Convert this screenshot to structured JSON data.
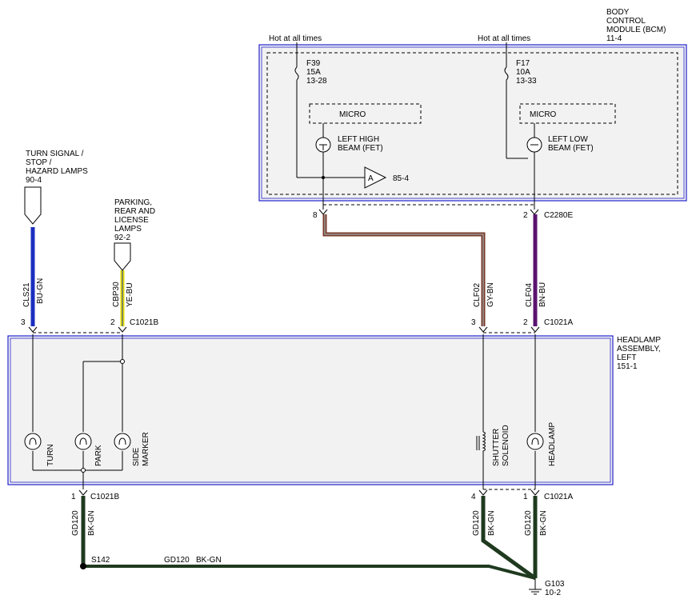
{
  "bcm": {
    "title_lines": [
      "BODY",
      "CONTROL",
      "MODULE (BCM)",
      "11-4"
    ],
    "hot_left": "Hot at all times",
    "hot_right": "Hot at all times",
    "fuse_left": [
      "F39",
      "15A",
      "13-28"
    ],
    "fuse_right": [
      "F17",
      "10A",
      "13-33"
    ],
    "micro_left": "MICRO",
    "micro_right": "MICRO",
    "fet_left": [
      "LEFT HIGH",
      "BEAM (FET)"
    ],
    "fet_right": [
      "LEFT LOW",
      "BEAM (FET)"
    ],
    "ref_symbol": "A",
    "ref_page": "85-4",
    "pin_left": "8",
    "pin_right": "2",
    "connector": "C2280E"
  },
  "turn_signal": {
    "lines": [
      "TURN SIGNAL /",
      "STOP /",
      "HAZARD LAMPS",
      "90-4"
    ]
  },
  "parking": {
    "lines": [
      "PARKING,",
      "REAR AND",
      "LICENSE",
      "LAMPS",
      "92-2"
    ]
  },
  "wires": {
    "cls21": {
      "circuit": "CLS21",
      "color": "BU-GN"
    },
    "cbp30": {
      "circuit": "CBP30",
      "color": "YE-BU"
    },
    "clf02": {
      "circuit": "CLF02",
      "color": "GY-BN"
    },
    "clf04": {
      "circuit": "CLF04",
      "color": "BN-BU"
    },
    "gd_left": {
      "circuit": "GD120",
      "color": "BK-GN"
    },
    "gd_mid": {
      "circuit": "GD120",
      "color": "BK-GN"
    },
    "gd_right": {
      "circuit": "GD120",
      "color": "BK-GN"
    },
    "gd_bottom": {
      "circuit": "GD120",
      "color": "BK-GN"
    }
  },
  "connectors": {
    "c1021b_top": {
      "pin_a": "3",
      "pin_b": "2",
      "name": "C1021B"
    },
    "c1021a_top": {
      "pin_a": "3",
      "pin_b": "2",
      "name": "C1021A"
    },
    "c1021b_bottom": {
      "pin": "1",
      "name": "C1021B"
    },
    "c1021a_bottom": {
      "pin_a": "4",
      "pin_b": "1",
      "name": "C1021A"
    }
  },
  "headlamp": {
    "title_lines": [
      "HEADLAMP",
      "ASSEMBLY,",
      "LEFT",
      "151-1"
    ],
    "turn": "TURN",
    "park": "PARK",
    "side_marker": [
      "SIDE",
      "MARKER"
    ],
    "shutter": [
      "SHUTTER",
      "SOLENOID"
    ],
    "headlamp": "HEADLAMP"
  },
  "splice": "S142",
  "ground": {
    "name": "G103",
    "page": "10-2"
  },
  "colors": {
    "frame": "#2222cc",
    "box_fill": "#f2f2f2",
    "blue": "#1a2fbf",
    "yellow": "#e6e000",
    "brown": "#7a3a2a",
    "gray": "#9a9a9a",
    "purple": "#5a1470",
    "ground": "#1f3a1f"
  }
}
